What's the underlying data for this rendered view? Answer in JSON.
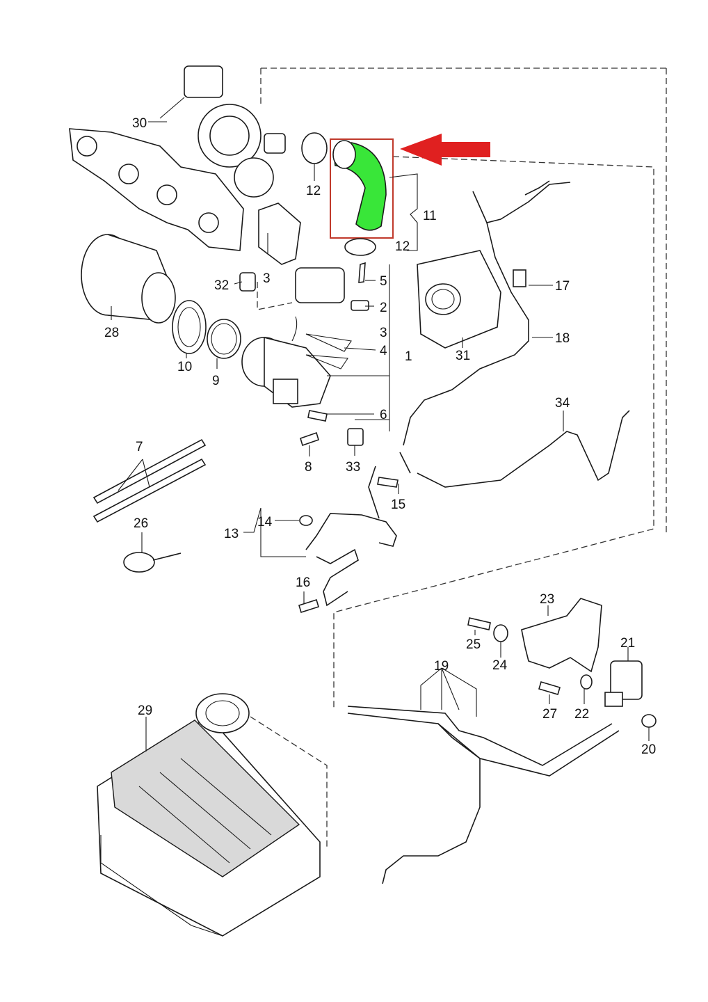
{
  "callouts": {
    "c1": "1",
    "c2": "2",
    "c3a": "3",
    "c3b": "3",
    "c4": "4",
    "c5": "5",
    "c6": "6",
    "c7": "7",
    "c8": "8",
    "c9": "9",
    "c10": "10",
    "c11": "11",
    "c12a": "12",
    "c12b": "12",
    "c13": "13",
    "c14": "14",
    "c15": "15",
    "c16": "16",
    "c17": "17",
    "c18": "18",
    "c19": "19",
    "c20": "20",
    "c21": "21",
    "c22": "22",
    "c23": "23",
    "c24": "24",
    "c25": "25",
    "c26": "26",
    "c27": "27",
    "c28": "28",
    "c29": "29",
    "c30": "30",
    "c31": "31",
    "c32": "32",
    "c33": "33",
    "c34": "34"
  },
  "colors": {
    "highlight_fill": "#39e639",
    "highlight_box": "#c0392b",
    "arrow": "#e02020",
    "line": "#1a1a1a"
  },
  "highlighted_part": "11"
}
